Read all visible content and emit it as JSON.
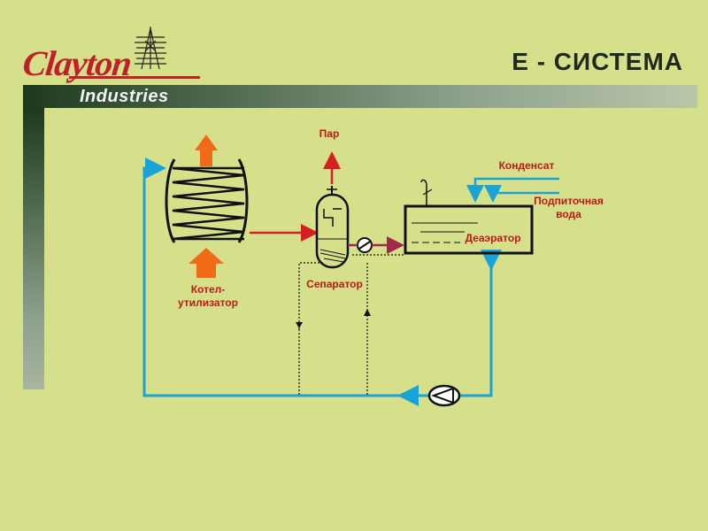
{
  "header": {
    "logo_text": "Clayton",
    "logo_subtext": "Industries",
    "title": "Е - СИСТЕМА"
  },
  "diagram": {
    "labels": {
      "steam": "Пар",
      "boiler_line1": "Котел-",
      "boiler_line2": "утилизатор",
      "separator": "Сепаратор",
      "condensate": "Конденсат",
      "makeup_line1": "Подпиточная",
      "makeup_line2": "вода",
      "deaerator": "Деаэратор"
    },
    "colors": {
      "background": "#d6e08a",
      "water_line": "#1aa3d6",
      "steam_line": "#d42020",
      "mix_line": "#a0284a",
      "heat_arrow": "#f06a18",
      "label_text": "#c01818",
      "brand_red": "#c0202a"
    }
  }
}
